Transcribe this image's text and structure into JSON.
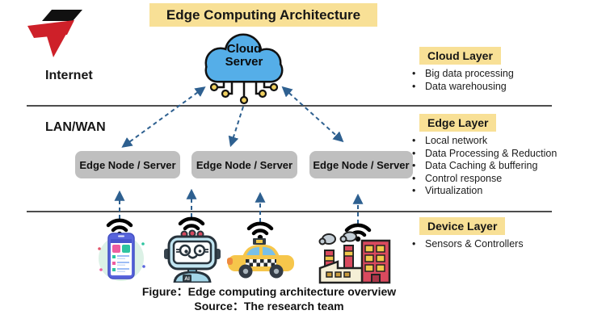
{
  "title": "Edge Computing Architecture",
  "network_labels": {
    "internet": "Internet",
    "lan_wan": "LAN/WAN"
  },
  "cloud": {
    "line1": "Cloud",
    "line2": "Server"
  },
  "edge_nodes": [
    "Edge Node / Server",
    "Edge Node / Server",
    "Edge Node / Server"
  ],
  "layers": [
    {
      "name": "Cloud Layer",
      "items": [
        "Big data processing",
        "Data warehousing"
      ]
    },
    {
      "name": "Edge Layer",
      "items": [
        "Local network",
        "Data Processing & Reduction",
        "Data Caching & buffering",
        "Control response",
        "Virtualization"
      ]
    },
    {
      "name": "Device Layer",
      "items": [
        "Sensors & Controllers"
      ]
    }
  ],
  "devices": [
    {
      "name": "smartphone"
    },
    {
      "name": "robot",
      "badge": "AI"
    },
    {
      "name": "taxi"
    },
    {
      "name": "factory"
    }
  ],
  "caption": {
    "figure_label": "Figure：Edge computing architecture overview",
    "source_label": "Source：The research team"
  },
  "colors": {
    "highlight_yellow": "#F8E096",
    "node_gray": "#BFBFBF",
    "arrow_blue": "#2E6090",
    "cloud_blue": "#55AEE8",
    "divider_gray": "#4d4d4d",
    "logo_red": "#CE2029",
    "logo_black": "#111111"
  }
}
